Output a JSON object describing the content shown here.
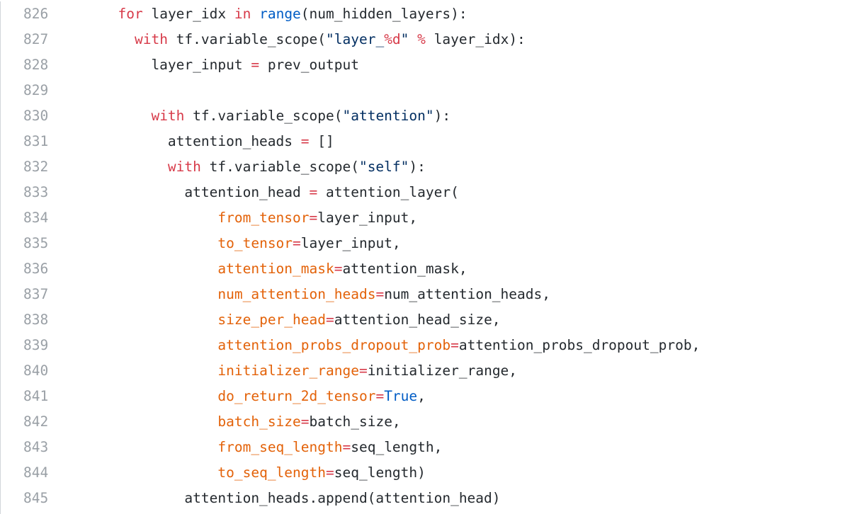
{
  "code": {
    "lines": [
      {
        "number": "826",
        "tokens": [
          {
            "type": "plain",
            "text": "  "
          },
          {
            "type": "kw",
            "text": "for"
          },
          {
            "type": "plain",
            "text": " layer_idx "
          },
          {
            "type": "kw",
            "text": "in"
          },
          {
            "type": "plain",
            "text": " "
          },
          {
            "type": "bi",
            "text": "range"
          },
          {
            "type": "plain",
            "text": "(num_hidden_layers):"
          }
        ]
      },
      {
        "number": "827",
        "tokens": [
          {
            "type": "plain",
            "text": "    "
          },
          {
            "type": "kw",
            "text": "with"
          },
          {
            "type": "plain",
            "text": " tf.variable_scope("
          },
          {
            "type": "st",
            "text": "\"layer_"
          },
          {
            "type": "kw",
            "text": "%d"
          },
          {
            "type": "st",
            "text": "\""
          },
          {
            "type": "plain",
            "text": " "
          },
          {
            "type": "kw",
            "text": "%"
          },
          {
            "type": "plain",
            "text": " layer_idx):"
          }
        ]
      },
      {
        "number": "828",
        "tokens": [
          {
            "type": "plain",
            "text": "      layer_input "
          },
          {
            "type": "kw",
            "text": "="
          },
          {
            "type": "plain",
            "text": " prev_output"
          }
        ]
      },
      {
        "number": "829",
        "tokens": []
      },
      {
        "number": "830",
        "tokens": [
          {
            "type": "plain",
            "text": "      "
          },
          {
            "type": "kw",
            "text": "with"
          },
          {
            "type": "plain",
            "text": " tf.variable_scope("
          },
          {
            "type": "st",
            "text": "\"attention\""
          },
          {
            "type": "plain",
            "text": "):"
          }
        ]
      },
      {
        "number": "831",
        "tokens": [
          {
            "type": "plain",
            "text": "        attention_heads "
          },
          {
            "type": "kw",
            "text": "="
          },
          {
            "type": "plain",
            "text": " []"
          }
        ]
      },
      {
        "number": "832",
        "tokens": [
          {
            "type": "plain",
            "text": "        "
          },
          {
            "type": "kw",
            "text": "with"
          },
          {
            "type": "plain",
            "text": " tf.variable_scope("
          },
          {
            "type": "st",
            "text": "\"self\""
          },
          {
            "type": "plain",
            "text": "):"
          }
        ]
      },
      {
        "number": "833",
        "tokens": [
          {
            "type": "plain",
            "text": "          attention_head "
          },
          {
            "type": "kw",
            "text": "="
          },
          {
            "type": "plain",
            "text": " attention_layer("
          }
        ]
      },
      {
        "number": "834",
        "tokens": [
          {
            "type": "plain",
            "text": "              "
          },
          {
            "type": "param",
            "text": "from_tensor"
          },
          {
            "type": "kw",
            "text": "="
          },
          {
            "type": "plain",
            "text": "layer_input,"
          }
        ]
      },
      {
        "number": "835",
        "tokens": [
          {
            "type": "plain",
            "text": "              "
          },
          {
            "type": "param",
            "text": "to_tensor"
          },
          {
            "type": "kw",
            "text": "="
          },
          {
            "type": "plain",
            "text": "layer_input,"
          }
        ]
      },
      {
        "number": "836",
        "tokens": [
          {
            "type": "plain",
            "text": "              "
          },
          {
            "type": "param",
            "text": "attention_mask"
          },
          {
            "type": "kw",
            "text": "="
          },
          {
            "type": "plain",
            "text": "attention_mask,"
          }
        ]
      },
      {
        "number": "837",
        "tokens": [
          {
            "type": "plain",
            "text": "              "
          },
          {
            "type": "param",
            "text": "num_attention_heads"
          },
          {
            "type": "kw",
            "text": "="
          },
          {
            "type": "plain",
            "text": "num_attention_heads,"
          }
        ]
      },
      {
        "number": "838",
        "tokens": [
          {
            "type": "plain",
            "text": "              "
          },
          {
            "type": "param",
            "text": "size_per_head"
          },
          {
            "type": "kw",
            "text": "="
          },
          {
            "type": "plain",
            "text": "attention_head_size,"
          }
        ]
      },
      {
        "number": "839",
        "tokens": [
          {
            "type": "plain",
            "text": "              "
          },
          {
            "type": "param",
            "text": "attention_probs_dropout_prob"
          },
          {
            "type": "kw",
            "text": "="
          },
          {
            "type": "plain",
            "text": "attention_probs_dropout_prob,"
          }
        ]
      },
      {
        "number": "840",
        "tokens": [
          {
            "type": "plain",
            "text": "              "
          },
          {
            "type": "param",
            "text": "initializer_range"
          },
          {
            "type": "kw",
            "text": "="
          },
          {
            "type": "plain",
            "text": "initializer_range,"
          }
        ]
      },
      {
        "number": "841",
        "tokens": [
          {
            "type": "plain",
            "text": "              "
          },
          {
            "type": "param",
            "text": "do_return_2d_tensor"
          },
          {
            "type": "kw",
            "text": "="
          },
          {
            "type": "bi",
            "text": "True"
          },
          {
            "type": "plain",
            "text": ","
          }
        ]
      },
      {
        "number": "842",
        "tokens": [
          {
            "type": "plain",
            "text": "              "
          },
          {
            "type": "param",
            "text": "batch_size"
          },
          {
            "type": "kw",
            "text": "="
          },
          {
            "type": "plain",
            "text": "batch_size,"
          }
        ]
      },
      {
        "number": "843",
        "tokens": [
          {
            "type": "plain",
            "text": "              "
          },
          {
            "type": "param",
            "text": "from_seq_length"
          },
          {
            "type": "kw",
            "text": "="
          },
          {
            "type": "plain",
            "text": "seq_length,"
          }
        ]
      },
      {
        "number": "844",
        "tokens": [
          {
            "type": "plain",
            "text": "              "
          },
          {
            "type": "param",
            "text": "to_seq_length"
          },
          {
            "type": "kw",
            "text": "="
          },
          {
            "type": "plain",
            "text": "seq_length)"
          }
        ]
      },
      {
        "number": "845",
        "tokens": [
          {
            "type": "plain",
            "text": "          attention_heads.append(attention_head)"
          }
        ]
      }
    ]
  },
  "colors": {
    "keyword": "#d73a49",
    "builtin": "#005cc5",
    "string": "#032f62",
    "parameter": "#e36209",
    "text": "#24292e",
    "line_number": "#9aa0a6",
    "background": "#ffffff"
  }
}
